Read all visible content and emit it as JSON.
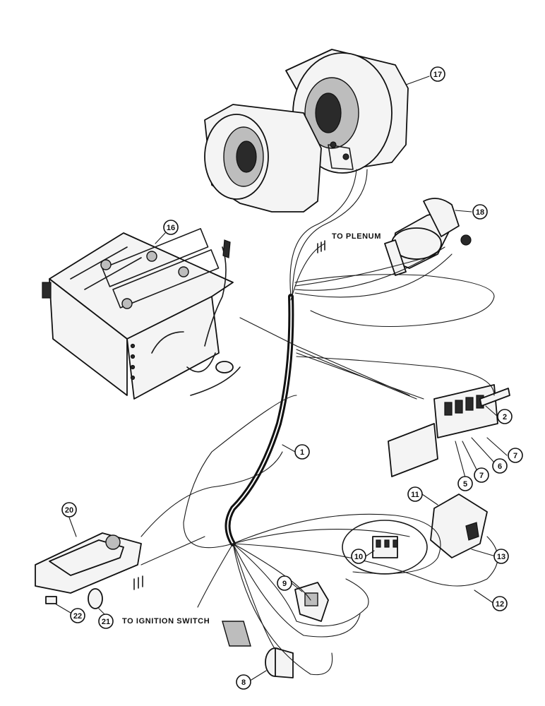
{
  "labels": {
    "to_plenum": "TO PLENUM",
    "to_ignition": "TO IGNITION SWITCH"
  },
  "callouts": {
    "c1": "1",
    "c2": "2",
    "c5": "5",
    "c6": "6",
    "c7a": "7",
    "c7b": "7",
    "c8": "8",
    "c9": "9",
    "c10": "10",
    "c11": "11",
    "c12": "12",
    "c13": "13",
    "c16": "16",
    "c17": "17",
    "c18": "18",
    "c20": "20",
    "c21": "21",
    "c22": "22"
  },
  "colors": {
    "ink": "#111111",
    "paper": "#ffffff"
  }
}
